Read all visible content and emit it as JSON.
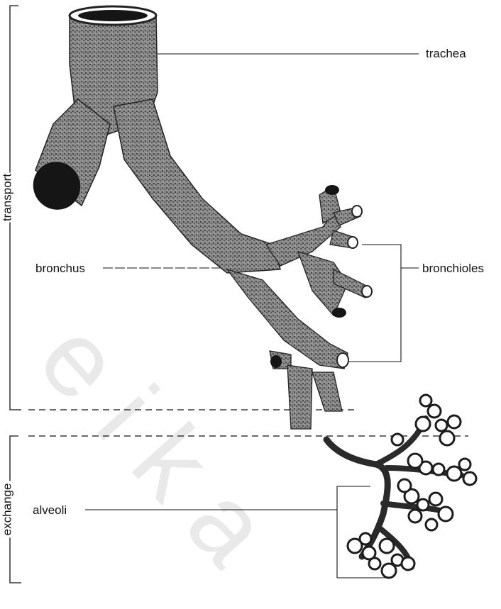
{
  "diagram": {
    "labels": {
      "trachea": "trachea",
      "bronchus": "bronchus",
      "bronchioles": "bronchioles",
      "alveoli": "alveoli"
    },
    "zones": {
      "transport": "transport",
      "exchange": "exchange"
    },
    "watermark": "eika"
  },
  "colors": {
    "ink": "#111111",
    "tissue_fill": "#6f6f6f",
    "tissue_dark": "#2a2a2a",
    "watermark": "#e9e9e9"
  }
}
